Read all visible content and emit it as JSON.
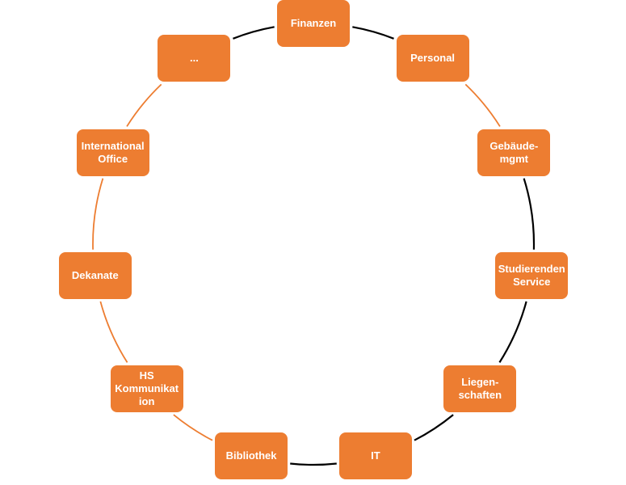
{
  "diagram": {
    "type": "cycle",
    "colors": {
      "node_fill": "#ED7D31",
      "node_text": "#FFFFFF",
      "arc_dark": "#000000",
      "arc_accent": "#ED7D31"
    },
    "nodes": [
      {
        "id": "finanzen",
        "label": "Finanzen"
      },
      {
        "id": "personal",
        "label": "Personal"
      },
      {
        "id": "gebaeude",
        "label": "Gebäude-\nmgmt"
      },
      {
        "id": "studierenden",
        "label": "Studierenden\nService"
      },
      {
        "id": "liegenschaften",
        "label": "Liegen-\nschaften"
      },
      {
        "id": "it",
        "label": "IT"
      },
      {
        "id": "bibliothek",
        "label": "Bibliothek"
      },
      {
        "id": "hs-kommunikation",
        "label": "HS\nKommunikat\nion"
      },
      {
        "id": "dekanate",
        "label": "Dekanate"
      },
      {
        "id": "international-office",
        "label": "International\nOffice"
      },
      {
        "id": "ellipsis",
        "label": "..."
      }
    ],
    "arcs": [
      {
        "from": "finanzen",
        "to": "personal",
        "color": "dark"
      },
      {
        "from": "personal",
        "to": "gebaeude",
        "color": "accent"
      },
      {
        "from": "gebaeude",
        "to": "studierenden",
        "color": "dark"
      },
      {
        "from": "studierenden",
        "to": "liegenschaften",
        "color": "dark"
      },
      {
        "from": "liegenschaften",
        "to": "it",
        "color": "dark"
      },
      {
        "from": "it",
        "to": "bibliothek",
        "color": "dark"
      },
      {
        "from": "bibliothek",
        "to": "hs-kommunikation",
        "color": "accent"
      },
      {
        "from": "hs-kommunikation",
        "to": "dekanate",
        "color": "accent"
      },
      {
        "from": "dekanate",
        "to": "international-office",
        "color": "accent"
      },
      {
        "from": "international-office",
        "to": "ellipsis",
        "color": "accent"
      },
      {
        "from": "ellipsis",
        "to": "finanzen",
        "color": "dark"
      }
    ]
  }
}
